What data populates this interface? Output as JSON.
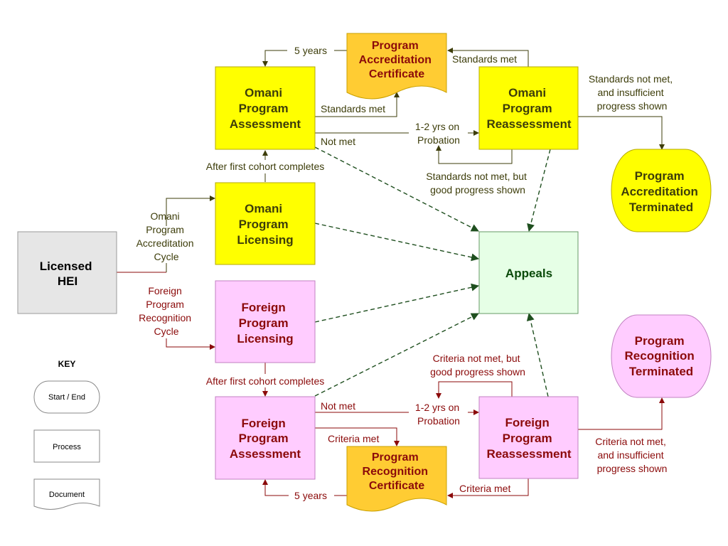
{
  "nodes": {
    "licensed_hei": [
      "Licensed",
      "HEI"
    ],
    "omani_licensing": [
      "Omani",
      "Program",
      "Licensing"
    ],
    "omani_assessment": [
      "Omani",
      "Program",
      "Assessment"
    ],
    "omani_reassessment": [
      "Omani",
      "Program",
      "Reassessment"
    ],
    "accreditation_certificate": [
      "Program",
      "Accreditation",
      "Certificate"
    ],
    "accreditation_terminated": [
      "Program",
      "Accreditation",
      "Terminated"
    ],
    "foreign_licensing": [
      "Foreign",
      "Program",
      "Licensing"
    ],
    "foreign_assessment": [
      "Foreign",
      "Program",
      "Assessment"
    ],
    "foreign_reassessment": [
      "Foreign",
      "Program",
      "Reassessment"
    ],
    "recognition_certificate": [
      "Program",
      "Recognition",
      "Certificate"
    ],
    "recognition_terminated": [
      "Program",
      "Recognition",
      "Terminated"
    ],
    "appeals": [
      "Appeals"
    ]
  },
  "labels": {
    "omani_cycle": [
      "Omani",
      "Program",
      "Accreditation",
      "Cycle"
    ],
    "foreign_cycle": [
      "Foreign",
      "Program",
      "Recognition",
      "Cycle"
    ],
    "omani_after_cohort": "After first cohort completes",
    "foreign_after_cohort": "After first cohort completes",
    "omani_five_years": "5 years",
    "foreign_five_years": "5 years",
    "omani_standards_met": "Standards met",
    "omani_reassess_standards_met": "Standards met",
    "omani_not_met": "Not met",
    "omani_probation": [
      "1-2 yrs on",
      "Probation"
    ],
    "omani_good_progress": [
      "Standards not met, but",
      "good progress shown"
    ],
    "omani_insufficient": [
      "Standards not met,",
      "and insufficient",
      "progress shown"
    ],
    "foreign_criteria_met": "Criteria met",
    "foreign_reassess_criteria_met": "Criteria met",
    "foreign_not_met": "Not met",
    "foreign_probation": [
      "1-2 yrs on",
      "Probation"
    ],
    "foreign_good_progress": [
      "Criteria not met, but",
      "good progress shown"
    ],
    "foreign_insufficient": [
      "Criteria not met,",
      "and insufficient",
      "progress shown"
    ]
  },
  "key": {
    "title": "KEY",
    "start_end": "Start / End",
    "process": "Process",
    "document": "Document"
  },
  "colors": {
    "omani_fill": "#ffff00",
    "foreign_fill": "#ffccff",
    "certificate_fill": "#ffcc33",
    "appeals_fill": "#e6ffe6",
    "hei_fill": "#e6e6e6",
    "olive_text": "#3d3d0a",
    "red_text": "#8b0a0a",
    "green_text": "#0b4a0b",
    "dashed_arrow": "#1f4f1f"
  }
}
